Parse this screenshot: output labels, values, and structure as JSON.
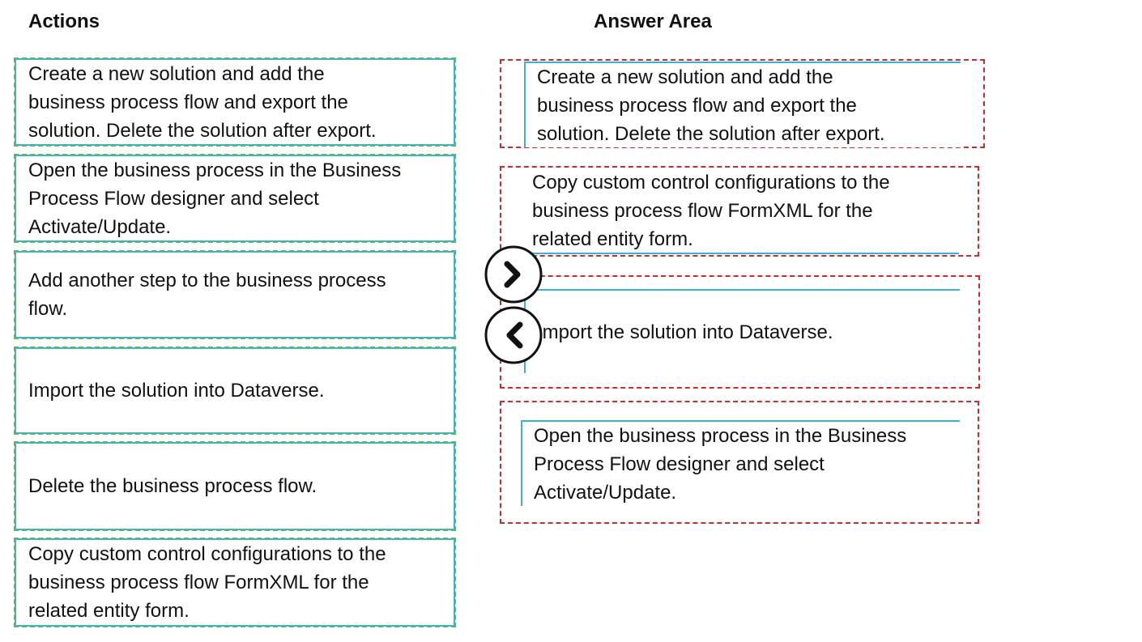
{
  "headings": {
    "actions": "Actions",
    "answer_area": "Answer Area"
  },
  "actions": [
    {
      "text": "Create a new solution and add the\nbusiness process flow and export the\nsolution. Delete the solution after export."
    },
    {
      "text": "Open the business process in the Business\nProcess Flow designer and select\nActivate/Update."
    },
    {
      "text": "Add another step to the business process\nflow."
    },
    {
      "text": "Import the solution into Dataverse."
    },
    {
      "text": "Delete the business process flow."
    },
    {
      "text": "Copy custom control configurations to the\nbusiness process flow FormXML for the\nrelated entity form."
    }
  ],
  "answers": [
    {
      "text": "Create a new solution and add the\nbusiness process flow and export the\nsolution. Delete the solution after export."
    },
    {
      "text": "Copy custom control configurations to the\nbusiness process flow FormXML for the\nrelated entity form."
    },
    {
      "text": "Import the solution into Dataverse."
    },
    {
      "text": "Open the business process in the Business\nProcess Flow designer and select\nActivate/Update."
    }
  ],
  "controls": {
    "move_right_icon": "chevron-right-circle",
    "move_left_icon": "chevron-left-circle"
  },
  "colors": {
    "card_border": "#3cb4cf",
    "action_dashed": "#59b96b",
    "answer_dashed": "#d9262c"
  }
}
